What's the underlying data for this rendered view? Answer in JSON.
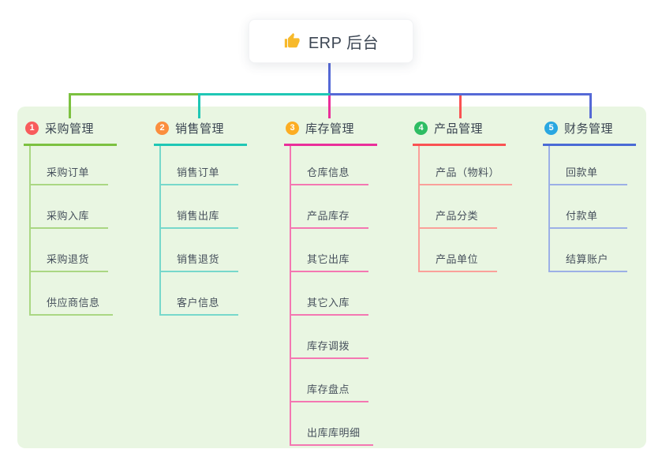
{
  "root": {
    "title": "ERP 后台",
    "icon": "thumbs-up"
  },
  "colors": {
    "background": "#ffffff",
    "panel": "#e9f6e2",
    "trunk": "#5569d6",
    "title_text": "#3c4653",
    "header_text": "#3a4551",
    "item_text": "#46505c",
    "thumb_icon": "#f7b92b"
  },
  "branches": [
    {
      "badge": "1",
      "label": "采购管理",
      "badge_color": "#f85c5c",
      "line_color": "#7cc140",
      "item_line_color": "#aad783",
      "items": [
        "采购订单",
        "采购入库",
        "采购退货",
        "供应商信息"
      ]
    },
    {
      "badge": "2",
      "label": "销售管理",
      "badge_color": "#fb8e3e",
      "line_color": "#1fc7b5",
      "item_line_color": "#77d8cb",
      "items": [
        "销售订单",
        "销售出库",
        "销售退货",
        "客户信息"
      ]
    },
    {
      "badge": "3",
      "label": "库存管理",
      "badge_color": "#fcad23",
      "line_color": "#ea2f9a",
      "item_line_color": "#f477b2",
      "items": [
        "仓库信息",
        "产品库存",
        "其它出库",
        "其它入库",
        "库存调拨",
        "库存盘点",
        "出库库明细"
      ]
    },
    {
      "badge": "4",
      "label": "产品管理",
      "badge_color": "#2ebd63",
      "line_color": "#fa5252",
      "item_line_color": "#faa09a",
      "items": [
        "产品（物料）",
        "产品分类",
        "产品单位"
      ]
    },
    {
      "badge": "5",
      "label": "财务管理",
      "badge_color": "#29a7e1",
      "line_color": "#4a6bd5",
      "item_line_color": "#9cb0e6",
      "items": [
        "回款单",
        "付款单",
        "结算账户"
      ]
    }
  ]
}
